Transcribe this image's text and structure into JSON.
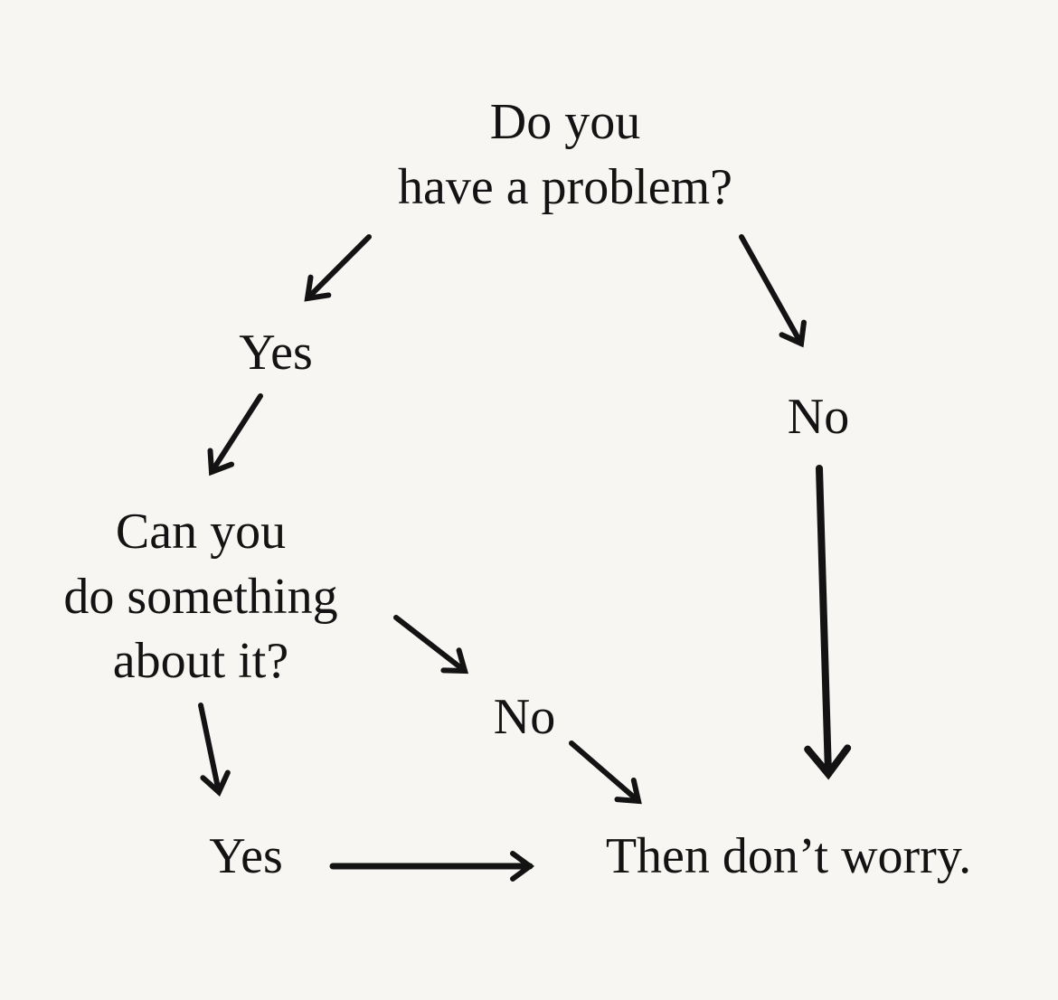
{
  "flowchart": {
    "question_1": {
      "line1": "Do you",
      "line2": "have a problem?"
    },
    "branch_yes_1": "Yes",
    "branch_no_1": "No",
    "question_2": {
      "line1": "Can you",
      "line2": "do something",
      "line3": "about it?"
    },
    "branch_no_2": "No",
    "branch_yes_2": "Yes",
    "conclusion": "Then don’t worry.",
    "colors": {
      "background": "#f8f6f3",
      "ink": "#131313"
    }
  }
}
